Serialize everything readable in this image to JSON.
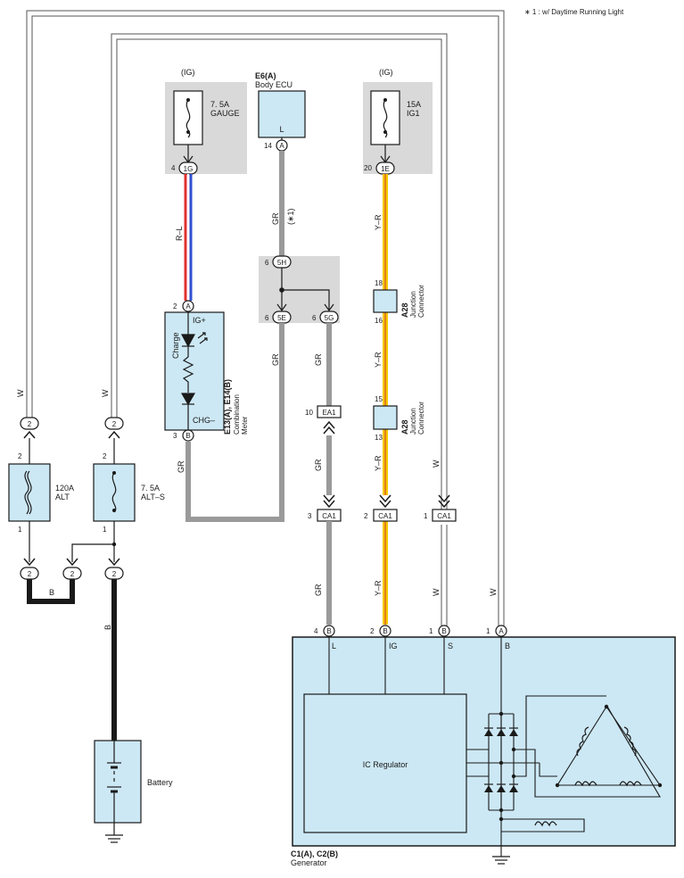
{
  "note": "∗ 1 : w/ Daytime Running Light",
  "fuses": {
    "gauge": {
      "supply": "(IG)",
      "rating": "7. 5A",
      "name": "GAUGE",
      "pin": "4",
      "connector": "1G"
    },
    "ig1": {
      "supply": "(IG)",
      "rating": "15A",
      "name": "IG1",
      "pin": "20",
      "connector": "1E"
    },
    "alt": {
      "rating": "120A",
      "name": "ALT",
      "pin_top": "2",
      "pin_bottom": "1"
    },
    "alt_s": {
      "rating": "7. 5A",
      "name": "ALT–S",
      "pin_top": "2",
      "pin_bottom": "1"
    }
  },
  "body_ecu": {
    "code": "E6(A)",
    "name": "Body ECU",
    "terminal": "L",
    "pin": "14",
    "connector": "A",
    "note_ref": "(∗1)"
  },
  "combination_meter": {
    "code": "E13(A), E14(B)",
    "name_line1": "Combination",
    "name_line2": "Meter",
    "ig_plus": "IG+",
    "chg_minus": "CHG–",
    "charge_label": "Charge",
    "pin_top": "2",
    "conn_top": "A",
    "pin_bottom": "3",
    "conn_bottom": "B"
  },
  "junction_block": {
    "pin_5h": "6",
    "conn_5h": "5H",
    "pin_5e": "6",
    "conn_5e": "5E",
    "pin_5g": "6",
    "conn_5g": "5G"
  },
  "junction_connectors": [
    {
      "code": "A28",
      "name": "Junction",
      "name2": "Connector",
      "pin_top": "18",
      "pin_bottom": "16"
    },
    {
      "code": "A28",
      "name": "Junction",
      "name2": "Connector",
      "pin_top": "15",
      "pin_bottom": "13"
    }
  ],
  "inline_connectors": {
    "ea1": {
      "pin": "10",
      "name": "EA1"
    },
    "ca1_gr": {
      "pin": "3",
      "name": "CA1"
    },
    "ca1_yr": {
      "pin": "2",
      "name": "CA1"
    },
    "ca1_w": {
      "pin": "1",
      "name": "CA1"
    }
  },
  "wire_colors": {
    "rl": "R–L",
    "gr": "GR",
    "yr": "Y–R",
    "w": "W",
    "b": "B"
  },
  "small_connector_label": "2",
  "battery": {
    "name": "Battery"
  },
  "generator": {
    "code": "C1(A), C2(B)",
    "name": "Generator",
    "regulator": "IC Regulator",
    "terminals": [
      {
        "pin": "4",
        "conn": "B",
        "label": "L"
      },
      {
        "pin": "2",
        "conn": "B",
        "label": "IG"
      },
      {
        "pin": "1",
        "conn": "B",
        "label": "S"
      },
      {
        "pin": "1",
        "conn": "A",
        "label": "B"
      }
    ]
  },
  "colors": {
    "fill_component": "#cce8f4",
    "grey_box": "#d9d9d9",
    "wire_gr": "#9a9a9a",
    "wire_red": "#e03030",
    "wire_blue": "#3050d0",
    "wire_yellow": "#f5c800",
    "wire_orange": "#e07020"
  }
}
